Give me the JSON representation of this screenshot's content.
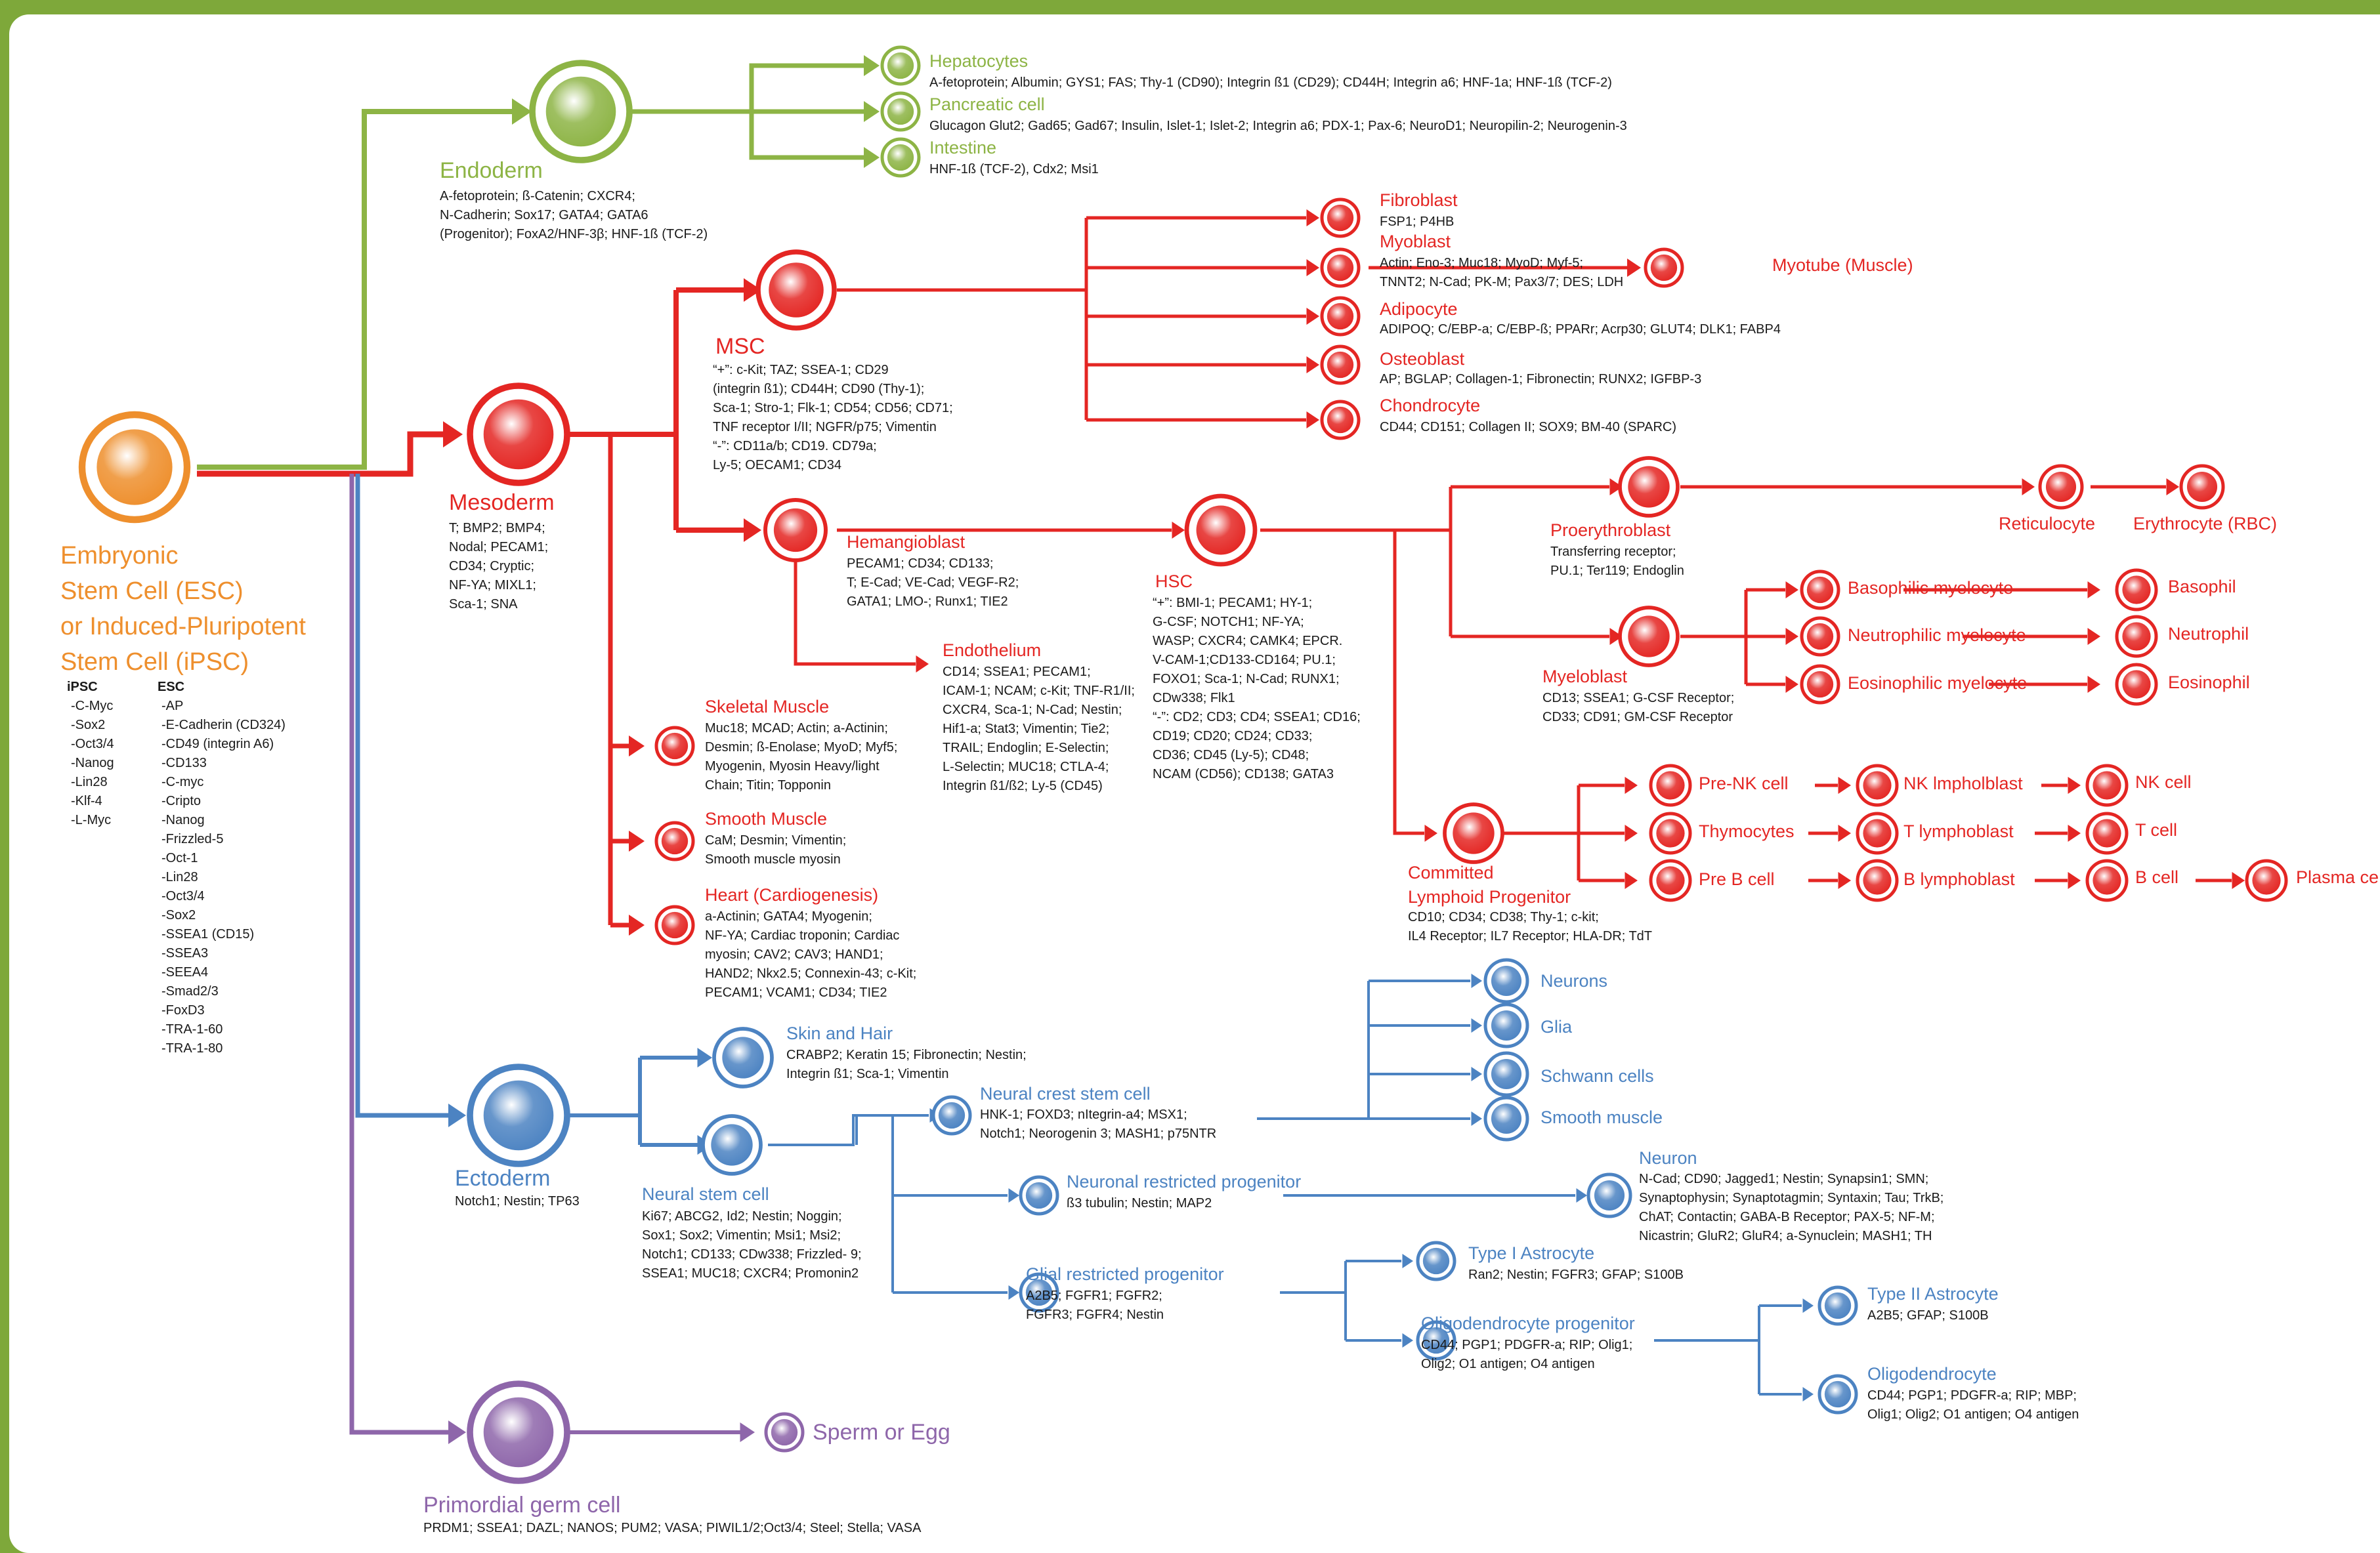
{
  "nodes": {
    "esc": {
      "label": "Embryonic\nStem Cell (ESC)\nor Induced-Pluripotent\nStem Cell (iPSC)"
    },
    "ipsc_markers": {
      "header": "iPSC",
      "items": [
        "-C-Myc",
        "-Sox2",
        "-Oct3/4",
        "-Nanog",
        "-Lin28",
        "-Klf-4",
        "-L-Myc"
      ]
    },
    "esc_markers": {
      "header": "ESC",
      "items": [
        "-AP",
        "-E-Cadherin (CD324)",
        "-CD49 (integrin A6)",
        "-CD133",
        "-C-myc",
        "-Cripto",
        "-Nanog",
        "-Frizzled-5",
        "-Oct-1",
        "-Lin28",
        "-Oct3/4",
        "-Sox2",
        "-SSEA1 (CD15)",
        "-SSEA3",
        "-SEEA4",
        "-Smad2/3",
        "-FoxD3",
        "-TRA-1-60",
        "-TRA-1-80"
      ]
    },
    "endoderm": {
      "label": "Endoderm",
      "markers": "A-fetoprotein; ß-Catenin; CXCR4;\nN-Cadherin; Sox17; GATA4; GATA6\n(Progenitor); FoxA2/HNF-3β; HNF-1ß (TCF-2)"
    },
    "hepatocytes": {
      "label": "Hepatocytes",
      "markers": "A-fetoprotein; Albumin; GYS1; FAS; Thy-1 (CD90); Integrin ß1 (CD29); CD44H; Integrin a6; HNF-1a; HNF-1ß (TCF-2)"
    },
    "pancreatic": {
      "label": "Pancreatic cell",
      "markers": "Glucagon Glut2; Gad65; Gad67; Insulin, Islet-1; Islet-2; Integrin a6; PDX-1; Pax-6; NeuroD1; Neuropilin-2; Neurogenin-3"
    },
    "intestine": {
      "label": "Intestine",
      "markers": "HNF-1ß (TCF-2), Cdx2; Msi1"
    },
    "mesoderm": {
      "label": "Mesoderm",
      "markers": "T; BMP2; BMP4;\nNodal; PECAM1;\nCD34; Cryptic;\nNF-YA; MIXL1;\nSca-1; SNA"
    },
    "msc": {
      "label": "MSC",
      "markers": "“+”:  c-Kit; TAZ; SSEA-1; CD29\n         (integrin ß1);  CD44H; CD90 (Thy-1);\n         Sca-1; Stro-1; Flk-1; CD54; CD56; CD71;\n         TNF receptor I/II; NGFR/p75; Vimentin\n“-”:   CD11a/b; CD19. CD79a;\n         Ly-5; OECAM1; CD34"
    },
    "fibroblast": {
      "label": "Fibroblast",
      "markers": "FSP1; P4HB"
    },
    "myoblast": {
      "label": "Myoblast",
      "markers": "Actin; Eno-3; Muc18; MyoD; Myf-5;\nTNNT2; N-Cad; PK-M; Pax3/7; DES; LDH"
    },
    "myotube": {
      "label": "Myotube (Muscle)"
    },
    "adipocyte": {
      "label": "Adipocyte",
      "markers": "ADIPOQ; C/EBP-a; C/EBP-ß; PPARr; Acrp30; GLUT4; DLK1; FABP4"
    },
    "osteoblast": {
      "label": "Osteoblast",
      "markers": "AP; BGLAP; Collagen-1; Fibronectin; RUNX2; IGFBP-3"
    },
    "chondrocyte": {
      "label": "Chondrocyte",
      "markers": "CD44; CD151; Collagen II; SOX9; BM-40 (SPARC)"
    },
    "hemangioblast": {
      "label": "Hemangioblast",
      "markers": "PECAM1; CD34; CD133;\nT; E-Cad; VE-Cad; VEGF-R2;\nGATA1; LMO-; Runx1; TIE2"
    },
    "endothelium": {
      "label": "Endothelium",
      "markers": "CD14; SSEA1; PECAM1;\nICAM-1; NCAM; c-Kit; TNF-R1/II;\nCXCR4, Sca-1; N-Cad; Nestin;\n Hif1-a; Stat3; Vimentin; Tie2;\nTRAIL; Endoglin; E-Selectin;\n L-Selectin; MUC18; CTLA-4;\nIntegrin ß1/ß2; Ly-5 (CD45)"
    },
    "skeletal": {
      "label": "Skeletal Muscle",
      "markers": "Muc18; MCAD; Actin; a-Actinin;\nDesmin; ß-Enolase; MyoD; Myf5;\nMyogenin, Myosin Heavy/light\nChain; Titin; Topponin"
    },
    "smooth_muscle": {
      "label": "Smooth Muscle",
      "markers": "CaM; Desmin; Vimentin;\nSmooth muscle myosin"
    },
    "heart": {
      "label": "Heart (Cardiogenesis)",
      "markers": "a-Actinin; GATA4; Myogenin;\nNF-YA; Cardiac troponin; Cardiac\nmyosin; CAV2; CAV3; HAND1;\nHAND2; Nkx2.5; Connexin-43; c-Kit;\nPECAM1; VCAM1; CD34; TIE2"
    },
    "hsc": {
      "label": "HSC",
      "markers": "“+”:  BMI-1; PECAM1; HY-1;\n         G-CSF; NOTCH1; NF-YA;\n         WASP; CXCR4; CAMK4; EPCR.\n         V-CAM-1;CD133-CD164; PU.1;\n         FOXO1; Sca-1; N-Cad; RUNX1;\n         CDw338; Flk1\n“-”:   CD2; CD3; CD4; SSEA1; CD16;\n         CD19; CD20; CD24; CD33;\n         CD36; CD45 (Ly-5); CD48;\n         NCAM (CD56); CD138; GATA3"
    },
    "proerythroblast": {
      "label": "Proerythroblast",
      "markers": "Transferring receptor;\nPU.1; Ter119; Endoglin"
    },
    "reticulocyte": {
      "label": "Reticulocyte"
    },
    "erythrocyte": {
      "label": "Erythrocyte (RBC)"
    },
    "myeloblast": {
      "label": "Myeloblast",
      "markers": "CD13; SSEA1; G-CSF Receptor;\nCD33; CD91; GM-CSF Receptor"
    },
    "baso_myelo": {
      "label": "Basophilic myelocyte"
    },
    "neutro_myelo": {
      "label": "Neutrophilic myelocyte"
    },
    "eosino_myelo": {
      "label": "Eosinophilic myelocyte"
    },
    "basophil": {
      "label": "Basophil"
    },
    "neutrophil": {
      "label": "Neutrophil"
    },
    "eosinophil": {
      "label": "Eosinophil"
    },
    "clp": {
      "label": "Committed\nLymphoid Progenitor",
      "markers": "CD10; CD34; CD38; Thy-1; c-kit;\nIL4 Receptor; IL7 Receptor; HLA-DR; TdT"
    },
    "pre_nk": {
      "label": "Pre-NK cell"
    },
    "thymocytes": {
      "label": "Thymocytes"
    },
    "pre_b": {
      "label": "Pre B cell"
    },
    "nk_lympho": {
      "label": "NK lmpholblast"
    },
    "t_lympho": {
      "label": "T lymphoblast"
    },
    "b_lympho": {
      "label": "B lymphoblast"
    },
    "nk_cell": {
      "label": "NK cell"
    },
    "t_cell": {
      "label": "T cell"
    },
    "b_cell": {
      "label": "B cell"
    },
    "plasma": {
      "label": "Plasma ce"
    },
    "ectoderm": {
      "label": "Ectoderm",
      "markers": "Notch1; Nestin; TP63"
    },
    "skin_hair": {
      "label": "Skin and Hair",
      "markers": "CRABP2; Keratin 15; Fibronectin; Nestin;\nIntegrin ß1; Sca-1; Vimentin"
    },
    "neural_stem": {
      "label": "Neural stem cell",
      "markers": "Ki67; ABCG2, Id2; Nestin; Noggin;\nSox1; Sox2; Vimentin; Msi1; Msi2;\nNotch1; CD133; CDw338; Frizzled- 9;\nSSEA1; MUC18; CXCR4; Promonin2"
    },
    "neural_crest": {
      "label": "Neural crest stem cell",
      "markers": "HNK-1; FOXD3; nItegrin-a4; MSX1;\nNotch1; Neorogenin 3; MASH1; p75NTR"
    },
    "neurons": {
      "label": "Neurons"
    },
    "glia": {
      "label": "Glia"
    },
    "schwann": {
      "label": "Schwann cells"
    },
    "smooth_muscle_b": {
      "label": "Smooth muscle"
    },
    "neuronal_rp": {
      "label": "Neuronal restricted progenitor",
      "markers": "ß3 tubulin; Nestin; MAP2"
    },
    "neuron": {
      "label": "Neuron",
      "markers": "N-Cad; CD90; Jagged1; Nestin; Synapsin1; SMN;\nSynaptophysin; Synaptotagmin; Syntaxin; Tau; TrkB;\nChAT; Contactin; GABA-B Receptor; PAX-5; NF-M;\nNicastrin; GluR2; GluR4; a-Synuclein; MASH1; TH"
    },
    "glial_rp": {
      "label": "Glial restricted progenitor",
      "markers": "A2B5; FGFR1; FGFR2;\nFGFR3; FGFR4; Nestin"
    },
    "type1_astro": {
      "label": "Type I Astrocyte",
      "markers": "Ran2; Nestin; FGFR3; GFAP; S100B"
    },
    "oligo_prog": {
      "label": "Oligodendrocyte progenitor",
      "markers": "CD44; PGP1; PDGFR-a; RIP; Olig1;\nOlig2; O1 antigen; O4 antigen"
    },
    "type2_astro": {
      "label": "Type II Astrocyte",
      "markers": "A2B5; GFAP; S100B"
    },
    "oligodendrocyte": {
      "label": "Oligodendrocyte",
      "markers": "CD44; PGP1; PDGFR-a; RIP; MBP;\nOlig1; Olig2; O1 antigen; O4 antigen"
    },
    "pgc": {
      "label": "Primordial germ cell",
      "markers": "PRDM1; SSEA1; DAZL; NANOS; PUM2; VASA; PIWIL1/2;Oct3/4; Steel; Stella; VASA"
    },
    "sperm_egg": {
      "label": "Sperm or Egg"
    }
  },
  "colors": {
    "green": "#8db445",
    "red": "#e42623",
    "blue": "#4c83c2",
    "purple": "#8e66aa",
    "orange": "#ee8f2d",
    "frame": "#7ea83a"
  }
}
